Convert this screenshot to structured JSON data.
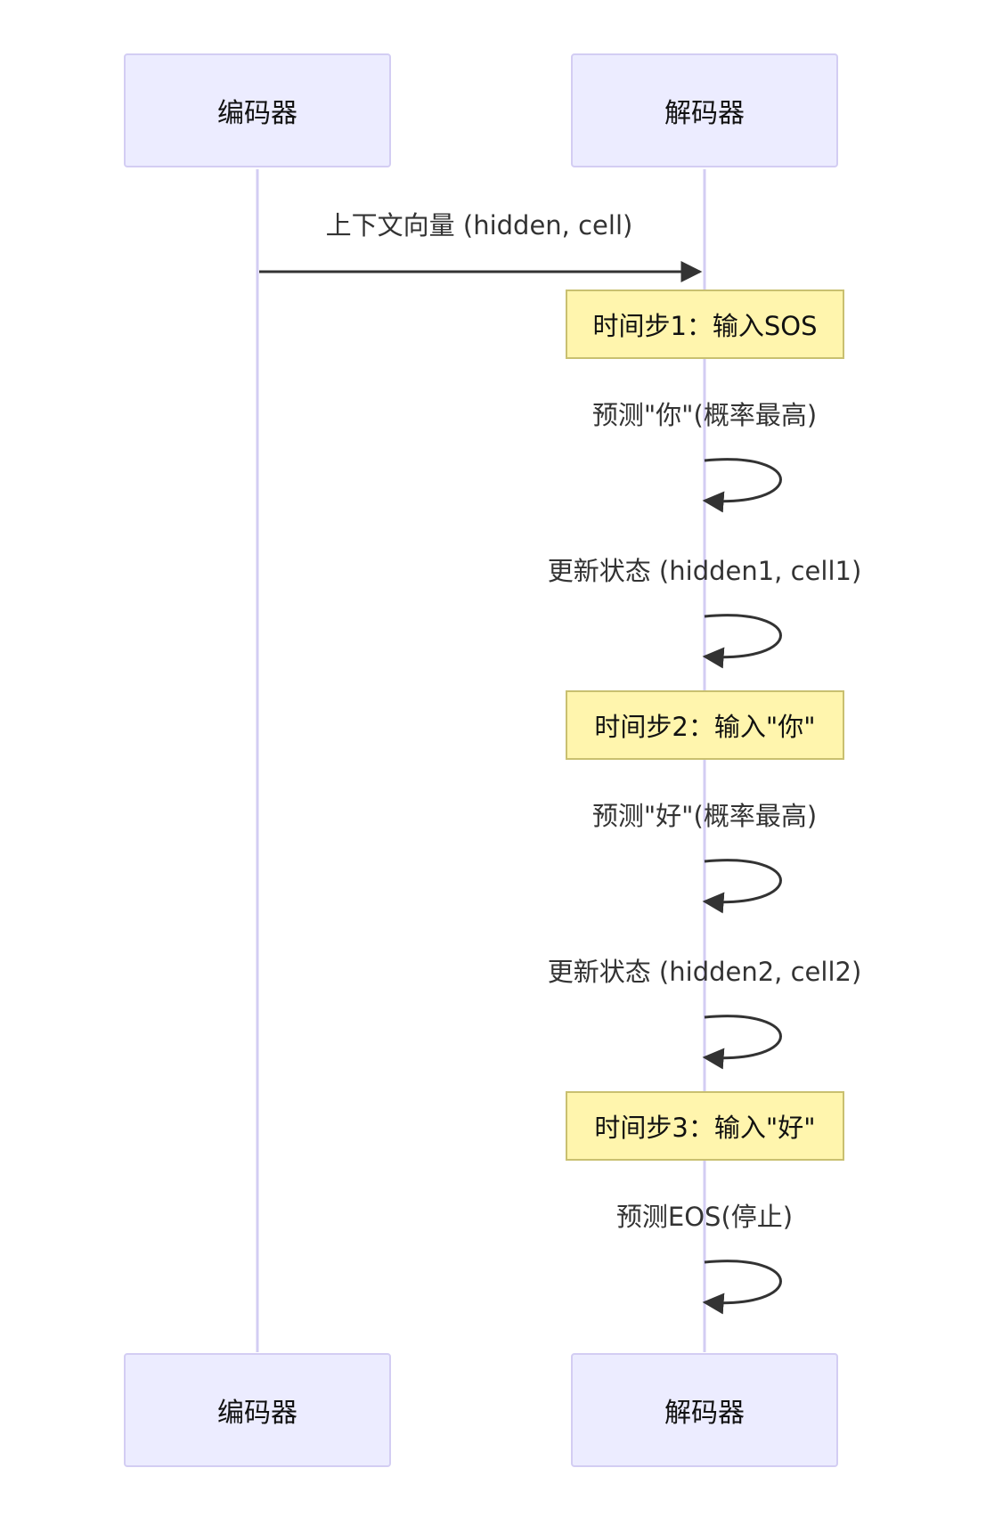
{
  "participants": [
    {
      "label": "编码器"
    },
    {
      "label": "解码器"
    }
  ],
  "messages": [
    {
      "text": "上下文向量 (hidden, cell)",
      "from": "编码器",
      "to": "解码器"
    },
    {
      "text": "预测\"你\"(概率最高)",
      "from": "解码器",
      "to": "解码器"
    },
    {
      "text": "更新状态 (hidden1, cell1)",
      "from": "解码器",
      "to": "解码器"
    },
    {
      "text": "预测\"好\"(概率最高)",
      "from": "解码器",
      "to": "解码器"
    },
    {
      "text": "更新状态 (hidden2, cell2)",
      "from": "解码器",
      "to": "解码器"
    },
    {
      "text": "预测EOS(停止)",
      "from": "解码器",
      "to": "解码器"
    }
  ],
  "notes": [
    {
      "text": "时间步1：输入SOS"
    },
    {
      "text": "时间步2：输入\"你\""
    },
    {
      "text": "时间步3：输入\"好\""
    }
  ],
  "colors": {
    "actor_fill": "#ececff",
    "actor_border": "#d3cdf3",
    "note_fill": "#fff5ad",
    "note_border": "#c9c070",
    "arrow": "#333333"
  }
}
